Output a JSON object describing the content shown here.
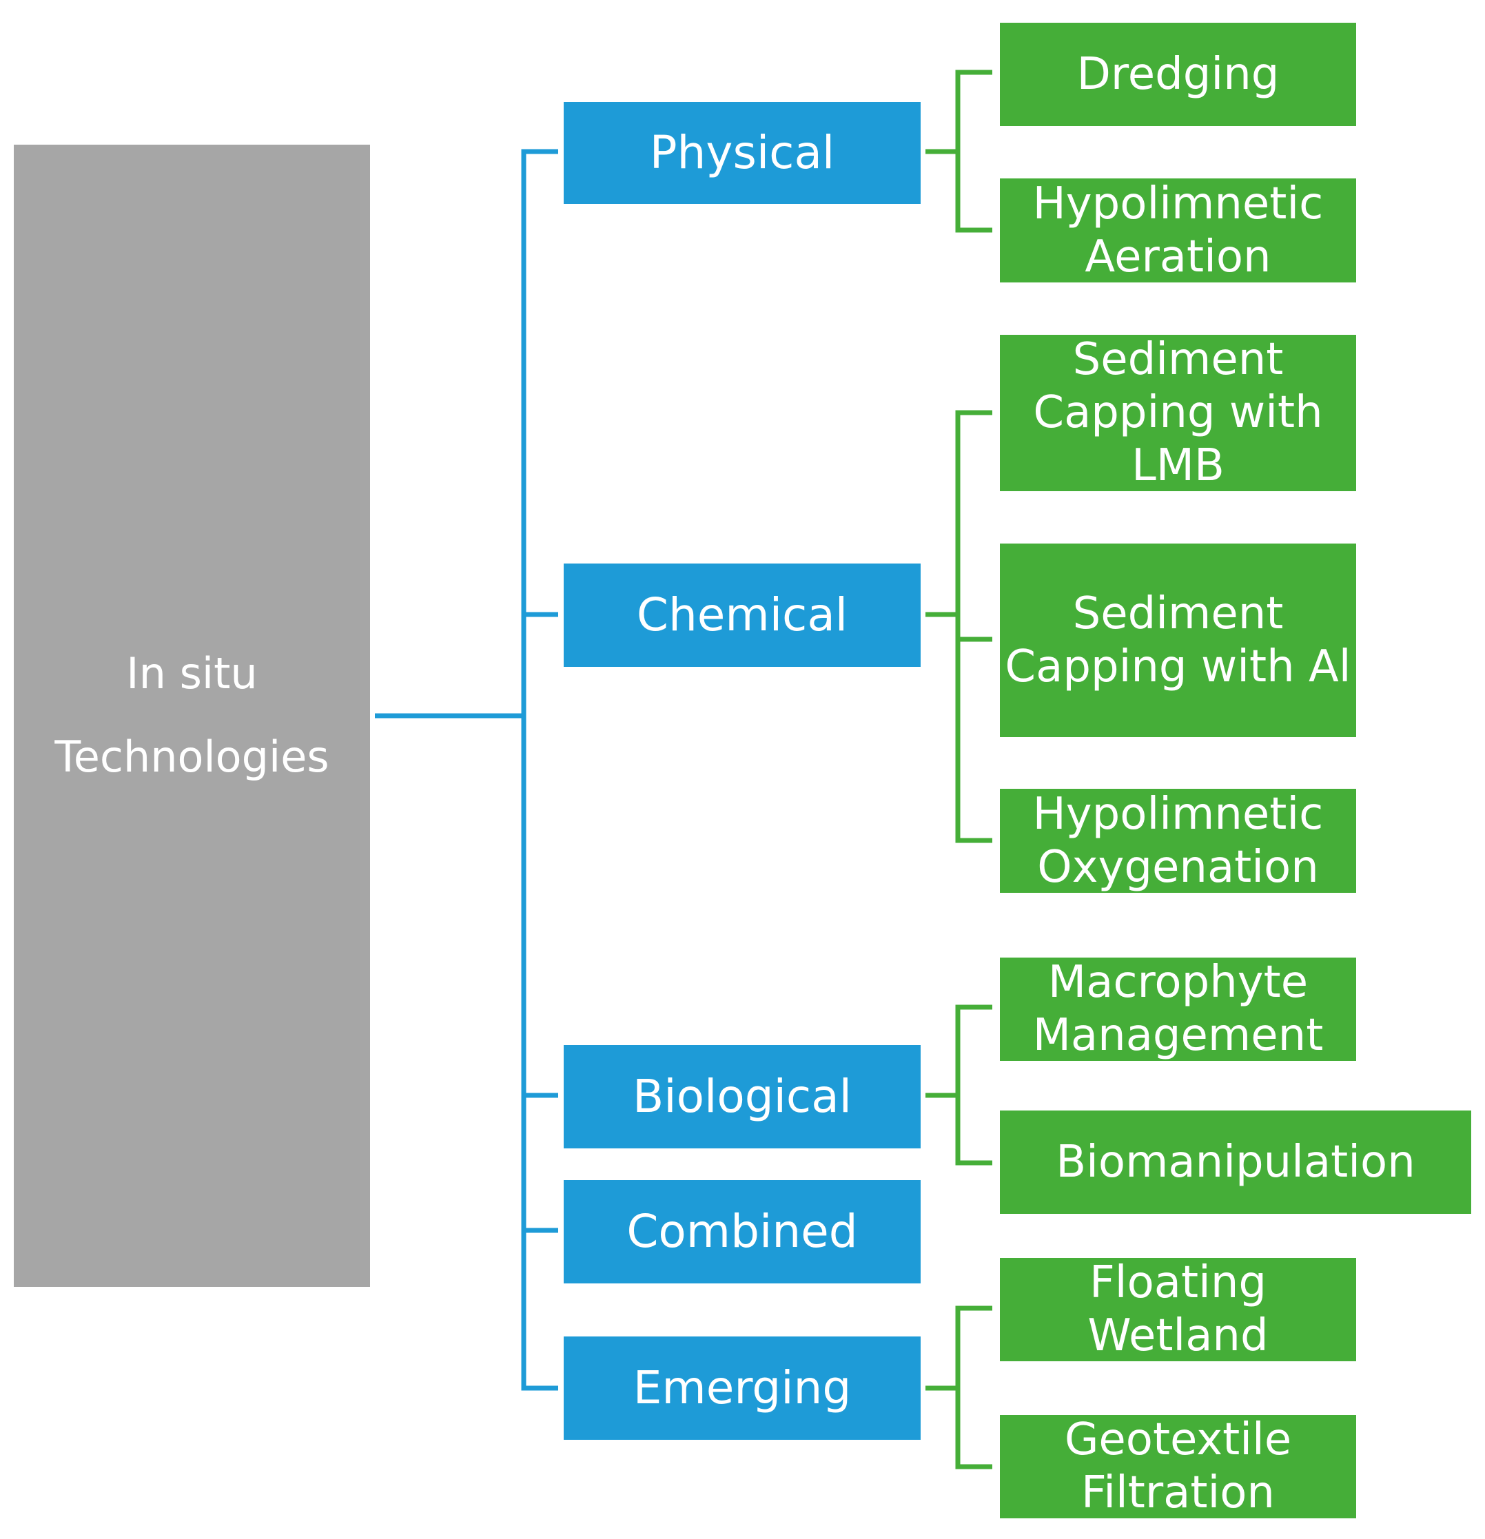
{
  "colors": {
    "root": "#a6a6a6",
    "category": "#1e9bd7",
    "leaf": "#45ae38",
    "category_connector": "#1e9bd7",
    "leaf_connector": "#45ae38",
    "text": "#ffffff"
  },
  "root": {
    "label": "In situ\nTechnologies"
  },
  "categories": [
    {
      "label": "Physical",
      "children": [
        "Dredging",
        "Hypolimnetic\nAeration"
      ]
    },
    {
      "label": "Chemical",
      "children": [
        "Sediment\nCapping with\nLMB",
        "Sediment\nCapping with Al",
        "Hypolimnetic\nOxygenation"
      ]
    },
    {
      "label": "Biological",
      "children": [
        "Macrophyte\nManagement",
        "Biomanipulation"
      ]
    },
    {
      "label": "Combined",
      "children": []
    },
    {
      "label": "Emerging",
      "children": [
        "Floating\nWetland",
        "Geotextile\nFiltration"
      ]
    }
  ]
}
